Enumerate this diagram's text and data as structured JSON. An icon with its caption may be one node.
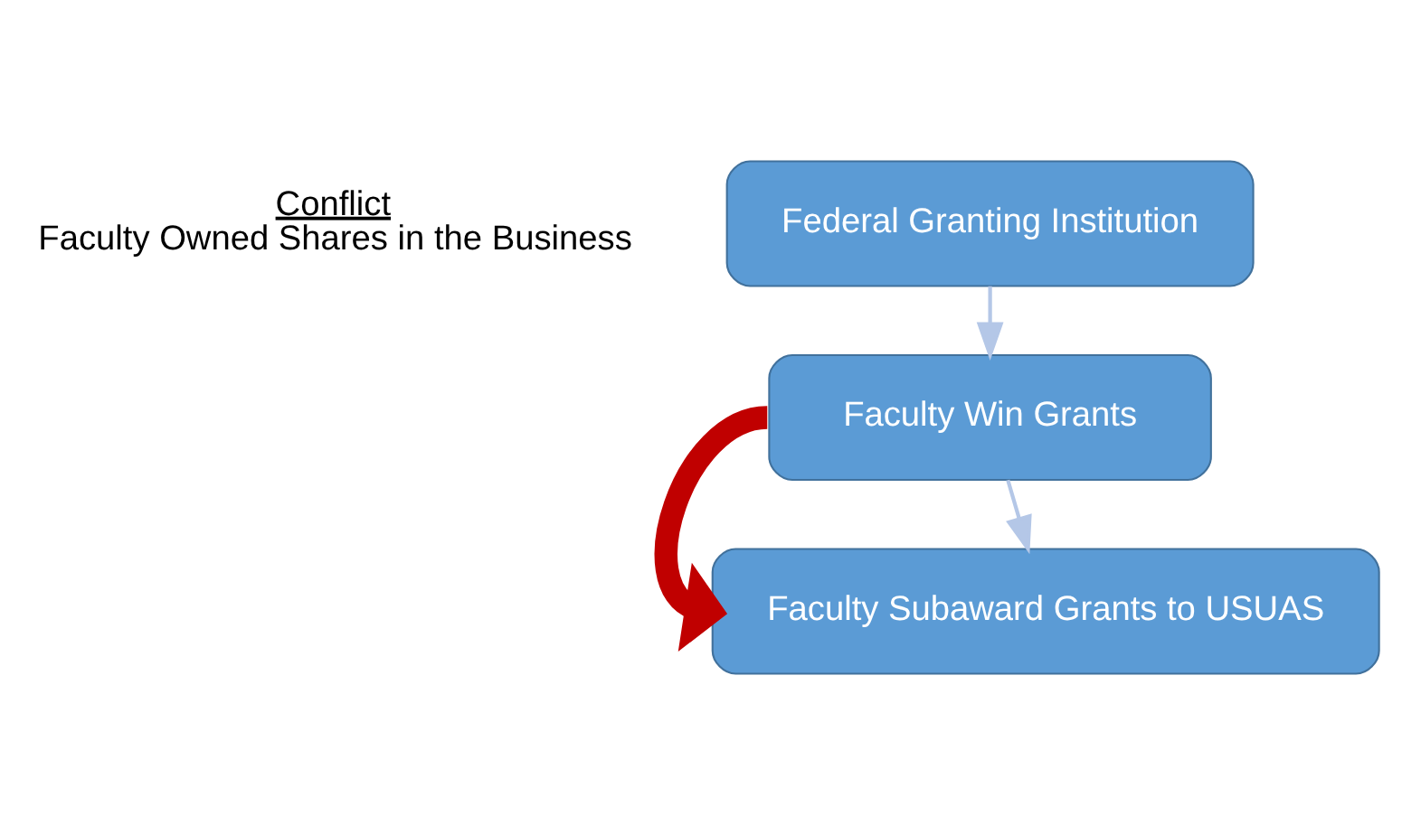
{
  "diagram": {
    "nodes": [
      {
        "text": [
          "Federal Granting Institution"
        ]
      },
      {
        "text": [
          "Faculty Win Grants"
        ]
      },
      {
        "text": [
          "Faculty Subaward Grants to USUAS"
        ]
      }
    ],
    "edges": [
      {
        "from": 0,
        "to": 1,
        "arrow": "to"
      },
      {
        "from": 1,
        "to": 2,
        "arrow": "to"
      },
      {
        "from": 1,
        "to": 2,
        "arrow": "to",
        "style": "thick",
        "color": "#c00000"
      }
    ],
    "labels": [
      "Conflict",
      "Faculty Owned Shares in the Business"
    ]
  }
}
